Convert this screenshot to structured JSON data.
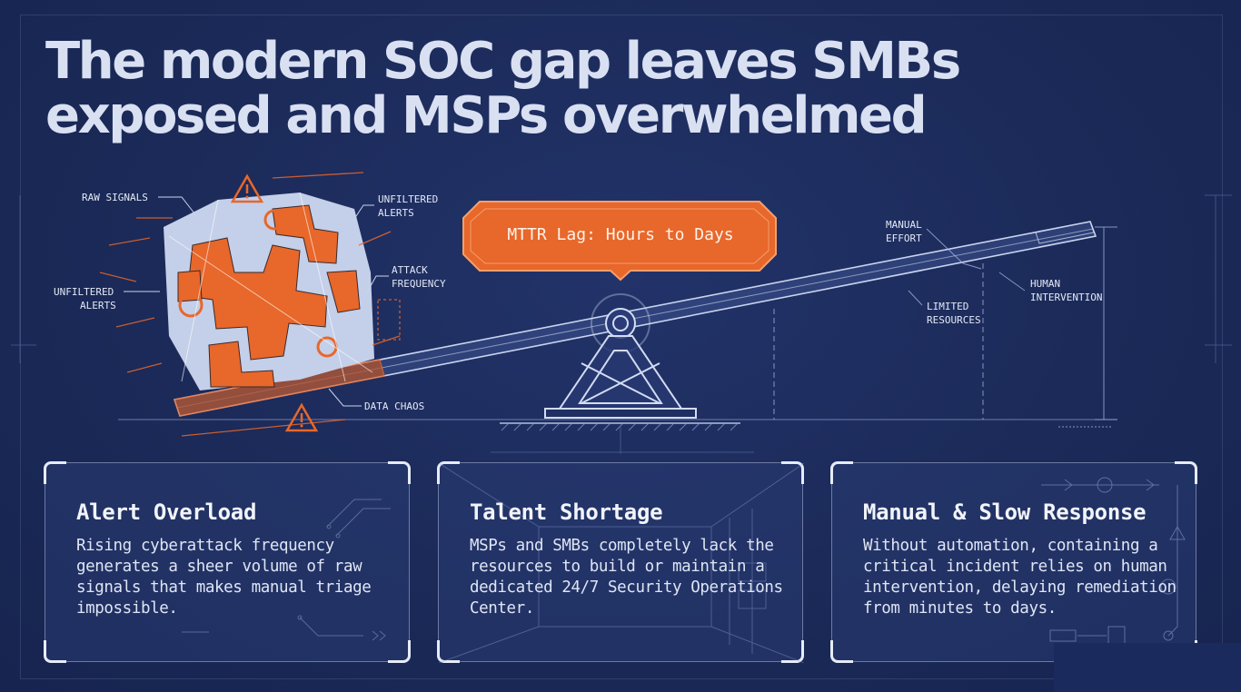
{
  "title": {
    "line1": "The modern SOC gap leaves SMBs",
    "line2": "exposed and MSPs overwhelmed"
  },
  "diagram": {
    "labels": {
      "raw_signals": "RAW SIGNALS",
      "unfiltered_alerts_top_1": "UNFILTERED",
      "unfiltered_alerts_top_2": "ALERTS",
      "unfiltered_alerts_left_1": "UNFILTERED",
      "unfiltered_alerts_left_2": "ALERTS",
      "attack_frequency_1": "ATTACK",
      "attack_frequency_2": "FREQUENCY",
      "data_chaos": "DATA CHAOS",
      "manual_effort_1": "MANUAL",
      "manual_effort_2": "EFFORT",
      "human_intervention_1": "HUMAN",
      "human_intervention_2": "INTERVENTION",
      "limited_resources_1": "LIMITED",
      "limited_resources_2": "RESOURCES"
    },
    "callout": "MTTR Lag: Hours to Days",
    "colors": {
      "accent": "#e8672a",
      "line": "#c9d4ee",
      "background": "#1c2b5a"
    }
  },
  "cards": [
    {
      "title": "Alert Overload",
      "text": "Rising cyberattack frequency generates a sheer volume of raw signals that makes manual triage impossible."
    },
    {
      "title": "Talent Shortage",
      "text": "MSPs and SMBs completely lack the resources to build or maintain a dedicated 24/7 Security Operations Center."
    },
    {
      "title": "Manual & Slow Response",
      "text": "Without automation, containing a critical incident relies on human intervention, delaying remediation from minutes to days."
    }
  ]
}
